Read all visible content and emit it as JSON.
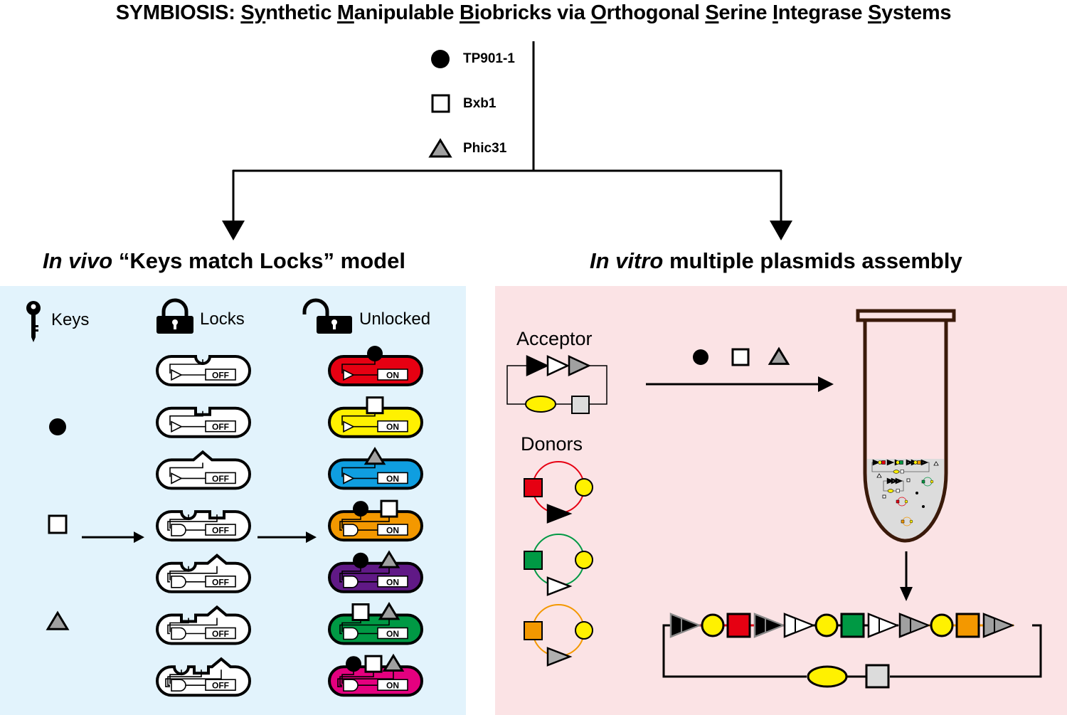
{
  "title": {
    "segments": [
      {
        "text": "SYMBIOSIS: ",
        "u": false
      },
      {
        "text": "Sy",
        "u": true
      },
      {
        "text": "nthetic ",
        "u": false
      },
      {
        "text": "M",
        "u": true
      },
      {
        "text": "anipulable ",
        "u": false
      },
      {
        "text": "Bi",
        "u": true
      },
      {
        "text": "obricks via ",
        "u": false
      },
      {
        "text": "O",
        "u": true
      },
      {
        "text": "rthogonal ",
        "u": false
      },
      {
        "text": "S",
        "u": true
      },
      {
        "text": "erine ",
        "u": false
      },
      {
        "text": "I",
        "u": true
      },
      {
        "text": "ntegrase ",
        "u": false
      },
      {
        "text": "S",
        "u": true
      },
      {
        "text": "ystems",
        "u": false
      }
    ]
  },
  "legend": [
    {
      "symbol": "circle",
      "label": "TP901-1"
    },
    {
      "symbol": "square",
      "label": "Bxb1"
    },
    {
      "symbol": "triangle",
      "label": "Phic31"
    }
  ],
  "left_section": {
    "title_italic": "In vivo",
    "title_rest": " “Keys match Locks” model",
    "headers": {
      "keys": "Keys",
      "locks": "Locks",
      "unlocked": "Unlocked"
    },
    "keys": [
      "circle",
      "square",
      "triangle"
    ],
    "off_label": "OFF",
    "on_label": "ON",
    "rows": [
      {
        "slots": [
          "circle"
        ],
        "gate": "single",
        "color": "#e60012"
      },
      {
        "slots": [
          "square"
        ],
        "gate": "single",
        "color": "#fff100"
      },
      {
        "slots": [
          "triangle"
        ],
        "gate": "single",
        "color": "#0f9ee0"
      },
      {
        "slots": [
          "circle",
          "square"
        ],
        "gate": "and",
        "color": "#f39800"
      },
      {
        "slots": [
          "circle",
          "triangle"
        ],
        "gate": "and",
        "color": "#601986"
      },
      {
        "slots": [
          "square",
          "triangle"
        ],
        "gate": "and",
        "color": "#009944"
      },
      {
        "slots": [
          "circle",
          "square",
          "triangle"
        ],
        "gate": "and",
        "color": "#e4007f"
      }
    ],
    "highlight_row": 3
  },
  "right_section": {
    "title_italic": "In vitro",
    "title_rest": " multiple plasmids assembly",
    "acceptor_label": "Acceptor",
    "donors_label": "Donors",
    "integrases": [
      "circle",
      "square",
      "triangle"
    ],
    "donors": [
      {
        "ring": "#e60012",
        "gene": "#e60012",
        "site": "#000000"
      },
      {
        "ring": "#009944",
        "gene": "#009944",
        "site": "#ffffff"
      },
      {
        "ring": "#f39800",
        "gene": "#f39800",
        "site": "#b0b0b0"
      }
    ],
    "assembly": [
      {
        "site": "#000000",
        "gene": "#e60012",
        "link": "#e60012"
      },
      {
        "site": "#ffffff",
        "gene": "#009944",
        "link": "#000000"
      },
      {
        "site": "#a0a0a0",
        "gene": "#f39800",
        "link": "#f39800"
      }
    ],
    "colors": {
      "promoter": "#fff100",
      "marker": "#dcdcdc",
      "tube": "#3a1a0a",
      "tube_fill": "#dcdcdc"
    }
  }
}
